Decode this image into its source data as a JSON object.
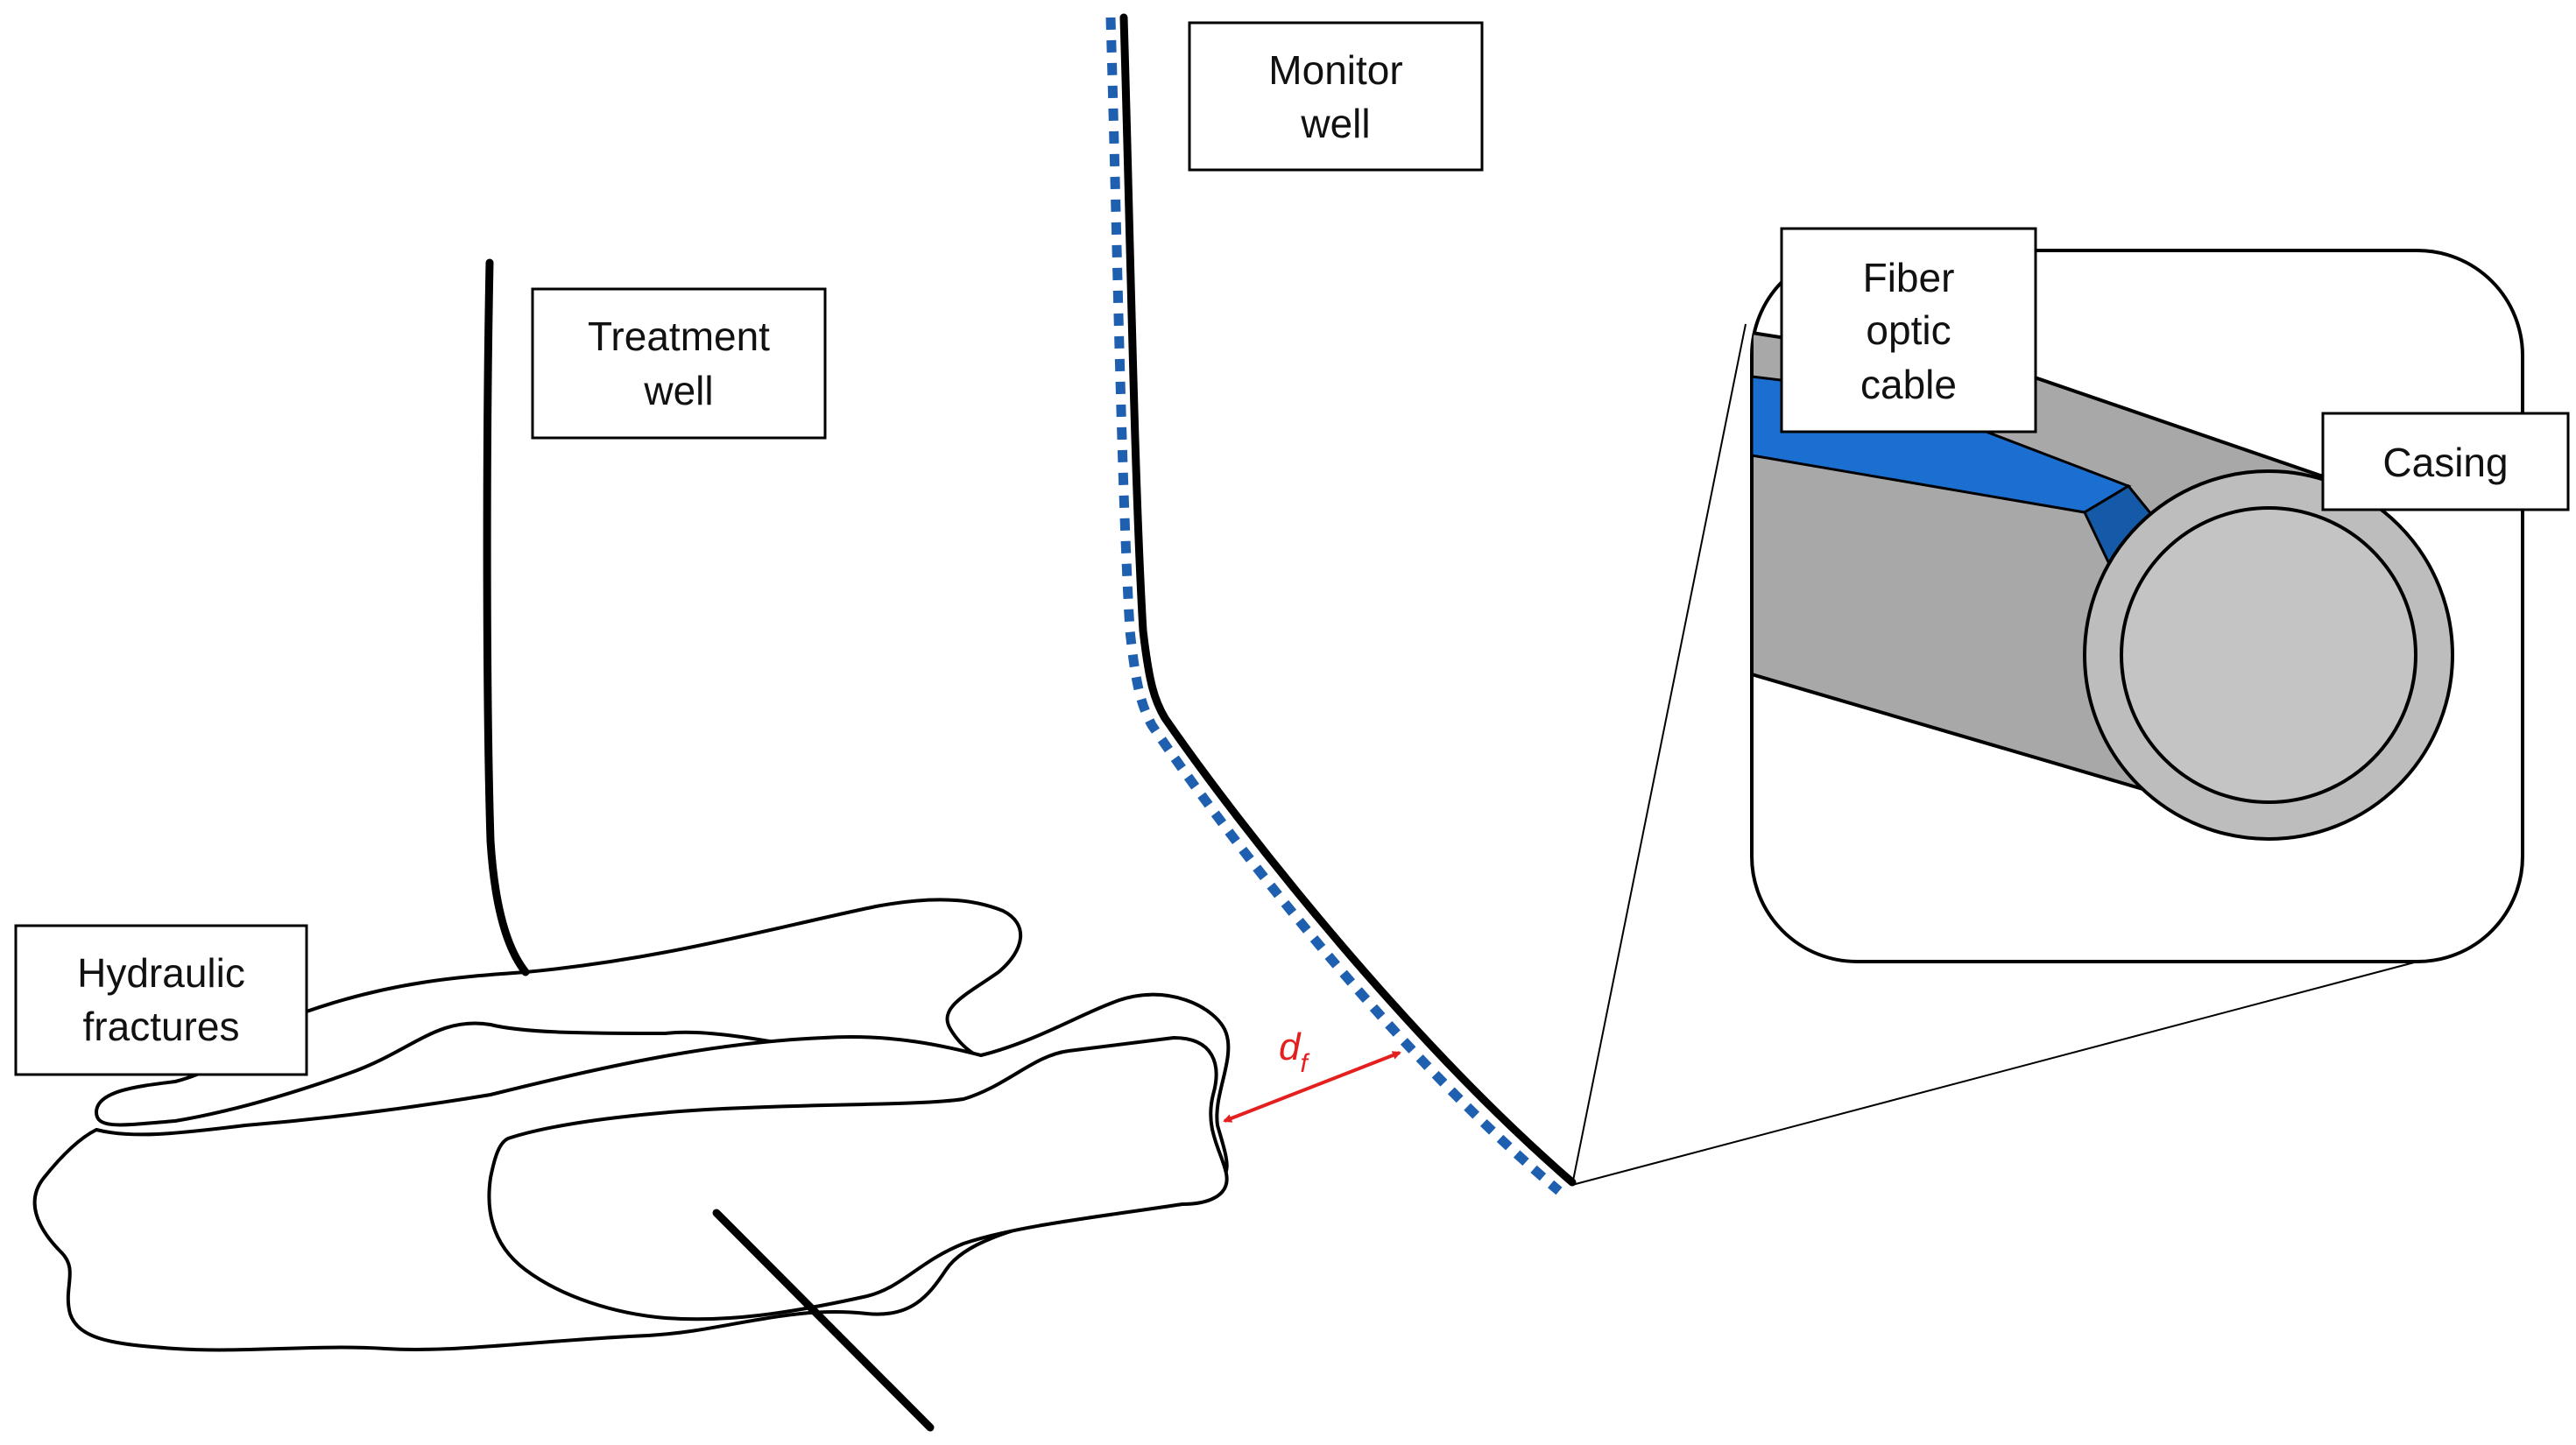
{
  "labels": {
    "monitor_well": [
      "Monitor",
      "well"
    ],
    "treatment_well": [
      "Treatment",
      "well"
    ],
    "hydraulic_fractures": [
      "Hydraulic",
      "fractures"
    ],
    "fiber_optic_cable": [
      "Fiber",
      "optic",
      "cable"
    ],
    "casing": "Casing",
    "distance_symbol": "d",
    "distance_subscript": "f"
  },
  "colors": {
    "fiber": "#1a6fd0",
    "fiber_dash": "#1f5fb0",
    "casing_outer": "#a8a8a8",
    "casing_inner": "#c4c4c4",
    "casing_end": "#bdbdbd",
    "arrow": "#e41f1f",
    "line": "#000000"
  }
}
